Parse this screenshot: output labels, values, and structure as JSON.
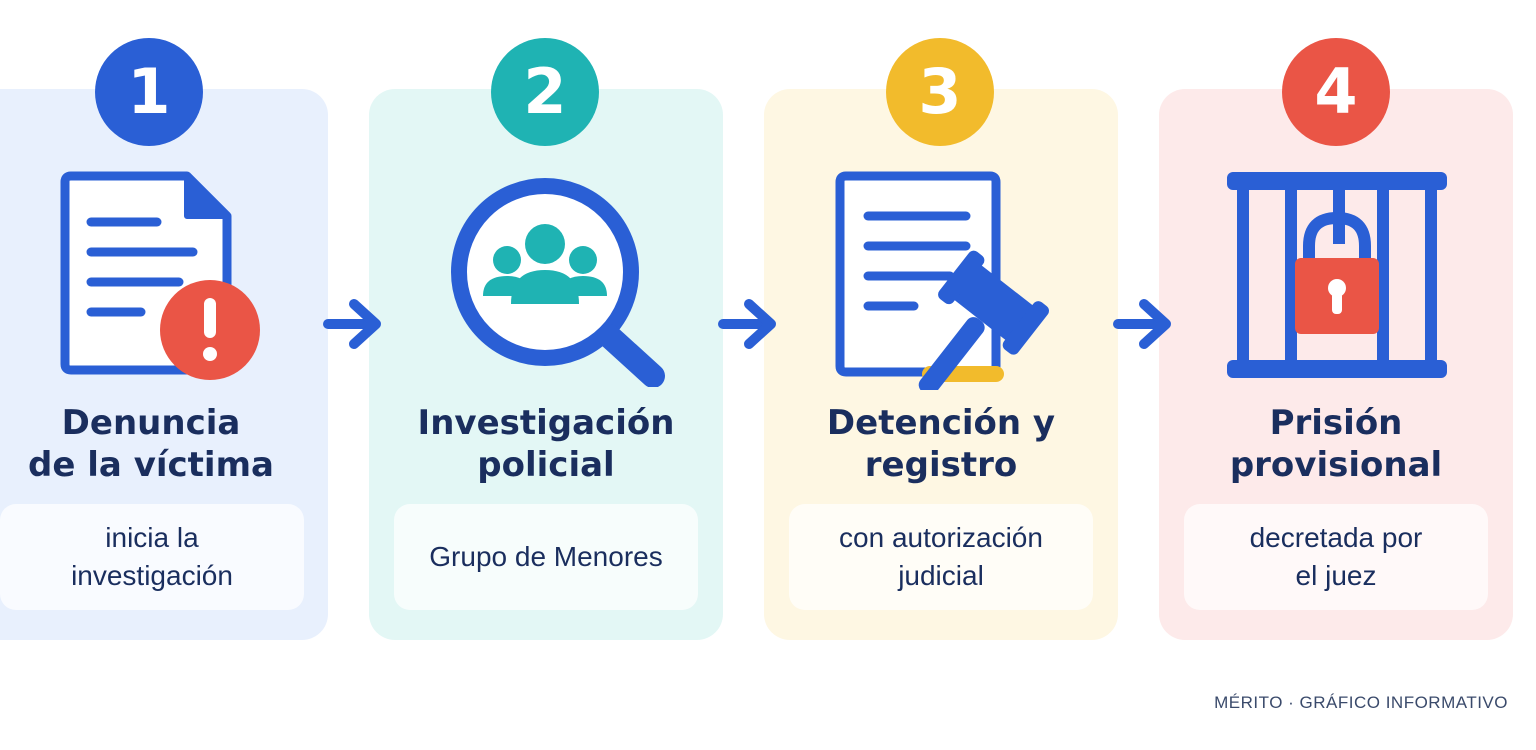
{
  "steps": [
    {
      "number": "1",
      "title_line1": "Denuncia",
      "title_line2": "de la víctima",
      "desc_line1": "inicia la",
      "desc_line2": "investigación",
      "icon": "document-alert-icon",
      "color": "#2a5fd5"
    },
    {
      "number": "2",
      "title_line1": "Investigación",
      "title_line2": "policial",
      "desc_line1": "Grupo de Menores",
      "desc_line2": "",
      "icon": "magnifier-group-icon",
      "color": "#1fb3b3"
    },
    {
      "number": "3",
      "title_line1": "Detención y",
      "title_line2": "registro",
      "desc_line1": "con autorización",
      "desc_line2": "judicial",
      "icon": "document-gavel-icon",
      "color": "#f2bb2c"
    },
    {
      "number": "4",
      "title_line1": "Prisión",
      "title_line2": "provisional",
      "desc_line1": "decretada por",
      "desc_line2": "el juez",
      "icon": "jail-lock-icon",
      "color": "#ea5546"
    }
  ],
  "arrow_icon": "arrow-right-icon",
  "footer": "MÉRITO · GRÁFICO INFORMATIVO"
}
